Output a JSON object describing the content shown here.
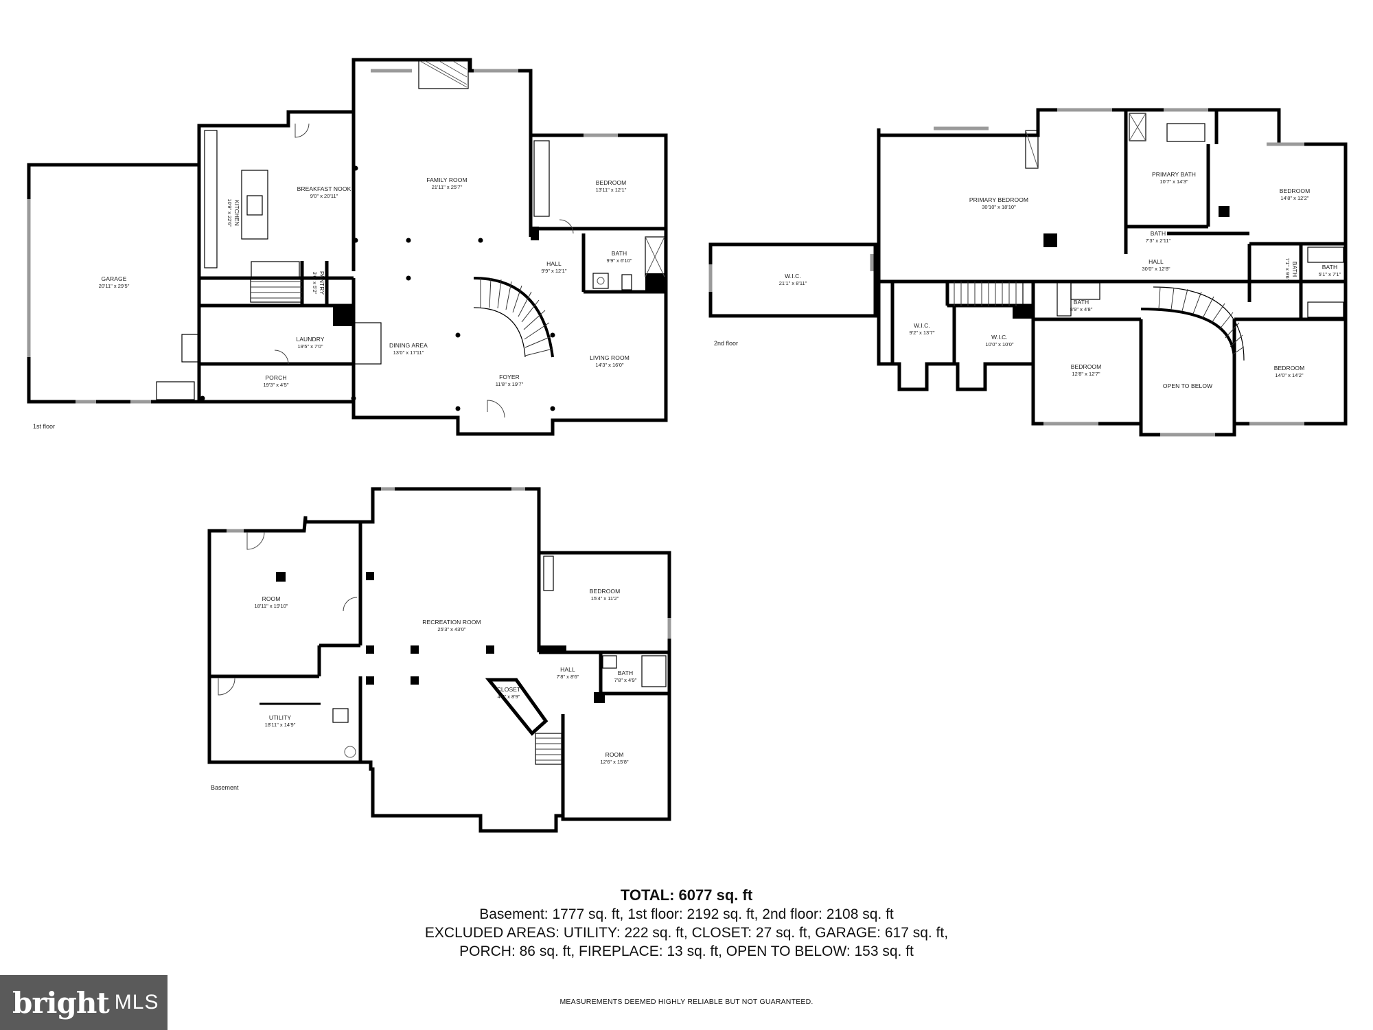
{
  "floors": {
    "first": "1st floor",
    "second": "2nd floor",
    "basement": "Basement"
  },
  "rooms": {
    "garage": {
      "name": "GARAGE",
      "dim": "20'11\" x 29'5\""
    },
    "kitchen": {
      "name": "KITCHEN",
      "dim": "10'9\" x 22'6\""
    },
    "breakfast_nook": {
      "name": "BREAKFAST NOOK",
      "dim": "9'0\" x 20'11\""
    },
    "family_room": {
      "name": "FAMILY ROOM",
      "dim": "21'11\" x 25'7\""
    },
    "bedroom_1f": {
      "name": "BEDROOM",
      "dim": "13'11\" x 12'1\""
    },
    "bath_1f": {
      "name": "BATH",
      "dim": "9'9\" x 6'10\""
    },
    "hall_1f": {
      "name": "HALL",
      "dim": "9'9\" x 12'1\""
    },
    "pantry": {
      "name": "PANTRY",
      "dim": "3'6\" x 5'2\""
    },
    "laundry": {
      "name": "LAUNDRY",
      "dim": "19'5\" x 7'0\""
    },
    "porch": {
      "name": "PORCH",
      "dim": "19'3\" x 4'5\""
    },
    "dining": {
      "name": "DINING AREA",
      "dim": "13'0\" x 17'11\""
    },
    "foyer": {
      "name": "FOYER",
      "dim": "11'8\" x 19'7\""
    },
    "living": {
      "name": "LIVING ROOM",
      "dim": "14'3\" x 16'0\""
    },
    "wic_big": {
      "name": "W.I.C.",
      "dim": "21'1\" x 8'11\""
    },
    "primary_bedroom": {
      "name": "PRIMARY BEDROOM",
      "dim": "30'10\" x 18'10\""
    },
    "primary_bath": {
      "name": "PRIMARY BATH",
      "dim": "10'7\" x 14'3\""
    },
    "bath_small": {
      "name": "BATH",
      "dim": "7'3\" x 2'11\""
    },
    "bedroom_ne": {
      "name": "BEDROOM",
      "dim": "14'8\" x 12'2\""
    },
    "bath_v": {
      "name": "BATH",
      "dim": "7'1\" x 9'6\""
    },
    "bath_e": {
      "name": "BATH",
      "dim": "5'1\" x 7'1\""
    },
    "hall_2f": {
      "name": "HALL",
      "dim": "30'0\" x 12'8\""
    },
    "wic_a": {
      "name": "W.I.C.",
      "dim": "9'2\" x 13'7\""
    },
    "wic_b": {
      "name": "W.I.C.",
      "dim": "10'0\" x 10'0\""
    },
    "bath_2f": {
      "name": "BATH",
      "dim": "8'9\" x 4'8\""
    },
    "bedroom_sw": {
      "name": "BEDROOM",
      "dim": "12'8\" x 12'7\""
    },
    "open_below": {
      "name": "OPEN TO BELOW",
      "dim": ""
    },
    "bedroom_se": {
      "name": "BEDROOM",
      "dim": "14'0\" x 14'2\""
    },
    "room_b": {
      "name": "ROOM",
      "dim": "18'11\" x 19'10\""
    },
    "utility": {
      "name": "UTILITY",
      "dim": "18'11\" x 14'9\""
    },
    "recreation": {
      "name": "RECREATION ROOM",
      "dim": "25'3\" x 43'0\""
    },
    "bedroom_b": {
      "name": "BEDROOM",
      "dim": "15'4\" x 11'2\""
    },
    "hall_b": {
      "name": "HALL",
      "dim": "7'8\" x 8'6\""
    },
    "bath_b": {
      "name": "BATH",
      "dim": "7'8\" x 4'9\""
    },
    "closet_b": {
      "name": "CLOSET",
      "dim": "4'7\" x 8'9\""
    },
    "room_b2": {
      "name": "ROOM",
      "dim": "12'6\" x 15'8\""
    }
  },
  "summary": {
    "total": "TOTAL: 6077 sq. ft",
    "line1": "Basement: 1777 sq. ft, 1st floor: 2192 sq. ft, 2nd floor: 2108 sq. ft",
    "line2": "EXCLUDED AREAS: UTILITY: 222 sq. ft, CLOSET: 27 sq. ft, GARAGE: 617 sq. ft,",
    "line3": "PORCH: 86 sq. ft, FIREPLACE: 13 sq. ft, OPEN TO BELOW: 153 sq. ft"
  },
  "disclaimer": "MEASUREMENTS DEEMED HIGHLY RELIABLE BUT NOT GUARANTEED.",
  "logo": {
    "brand": "bright",
    "mls": "MLS"
  }
}
